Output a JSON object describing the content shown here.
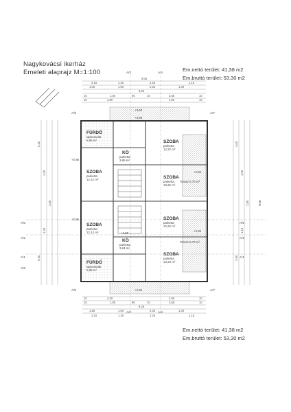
{
  "header": {
    "title": "Nagykovácsi ikerház",
    "subtitle": "Emeleti alaprajz M=1:100"
  },
  "areas_top": {
    "net": "Em.nettó terület: 41,38 m2",
    "gross": "Em.bruttó terület: 53,30 m2"
  },
  "areas_bottom": {
    "net": "Em.nettó terület: 41,38 m2",
    "gross": "Em.bruttó terület: 53,30 m2"
  },
  "axes": {
    "a3": "A/3",
    "a4": "A/4",
    "a5": "A/5",
    "a6": "A/6",
    "a7": "A/7",
    "a1": "A/1",
    "a2": "A/2",
    "a8": "A/8",
    "a9": "A/9",
    "h40": "H40"
  },
  "rooms": {
    "furdo_top": {
      "name": "FÜRDŐ",
      "floor": "lapburkolat",
      "area": "5,98 m²"
    },
    "ko_top": {
      "name": "KÖ",
      "floor": "parketta",
      "area": "3,89 m²"
    },
    "szoba_tr": {
      "name": "SZOBA",
      "floor": "parketta",
      "area": "12,22 m²"
    },
    "szoba_ml": {
      "name": "SZOBA",
      "floor": "parketta",
      "area": "12,12 m²"
    },
    "szoba_mr": {
      "name": "SZOBA",
      "floor": "parketta",
      "area": "10,22 m²"
    },
    "szoba_l2": {
      "name": "SZOBA",
      "floor": "parketta",
      "area": "12,12 m²"
    },
    "szoba_r2": {
      "name": "SZOBA",
      "floor": "parketta",
      "area": "10,22 m²"
    },
    "ko_bot": {
      "name": "KÖ",
      "floor": "parketta",
      "area": "3,94 m²"
    },
    "szoba_br": {
      "name": "SZOBA",
      "floor": "parketta",
      "area": "10,23 m²"
    },
    "furdo_bot": {
      "name": "FÜRDŐ",
      "floor": "lapburkolat",
      "area": "5,98 m²"
    }
  },
  "terrace": {
    "top": "Terasz 5,76 m²",
    "bottom": "Terasz 5,76 m²"
  },
  "levels": {
    "l1": "+2,96",
    "l2": "+2,96",
    "l3": "+2,96",
    "l4": "+2,96",
    "l5": "+2,96",
    "l6": "+3,60",
    "l7": "+3,96",
    "l8": "+2,96"
  },
  "dimensions": {
    "top_total": "9,05",
    "top_row1": [
      "2,15",
      "1,30",
      "2,25",
      "1,15"
    ],
    "top_row2": [
      "1,00",
      "1,00",
      "2,25",
      "1,00"
    ],
    "top_row3": [
      "8,25"
    ],
    "top_row4": [
      "10",
      "1,00",
      "90",
      "10",
      "3,65",
      "10"
    ],
    "top_row5": [
      "10",
      "4,80",
      "4,00",
      "10"
    ],
    "bot_row1": [
      "10",
      "4,30",
      "4,90",
      "10"
    ],
    "bot_row2": [
      "10",
      "1,00",
      "90",
      "10",
      "3,65",
      "10"
    ],
    "bot_row3": [
      "8,25"
    ],
    "bot_row4": [
      "1,65",
      "1,00",
      "2,25",
      "1,00"
    ],
    "bot_row5": [
      "2,15",
      "1,30",
      "2,25",
      "1,15"
    ],
    "left_col": [
      "5,30",
      "1,20",
      "3,80",
      "1,20",
      "6,30"
    ],
    "right_col": [
      "4,00",
      "1,00",
      "2,80",
      "1,10",
      "3,90"
    ]
  }
}
